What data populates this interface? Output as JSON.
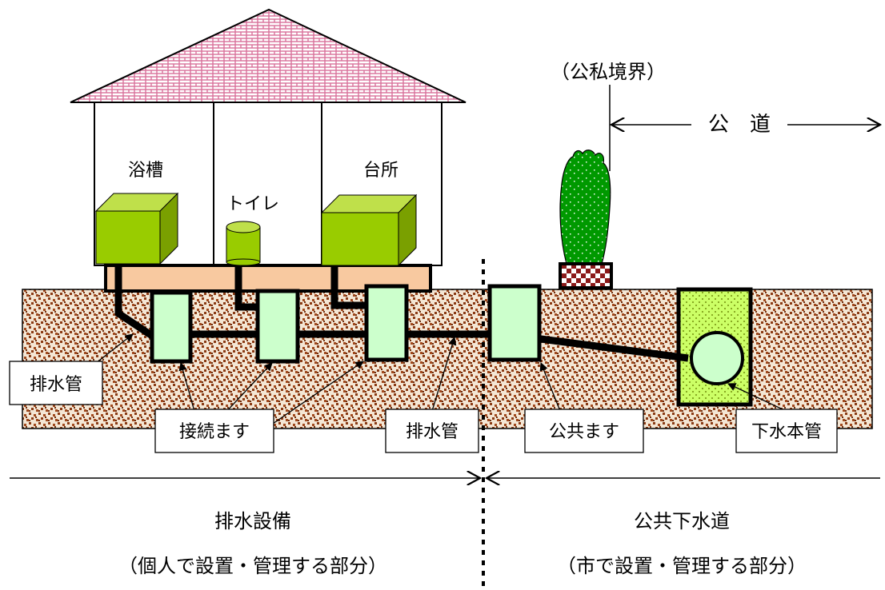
{
  "labels": {
    "boundary": "（公私境界）",
    "road": "公　道",
    "bath": "浴槽",
    "toilet": "トイレ",
    "kitchen": "台所",
    "drain_pipe_left": "排水管",
    "connection_box": "接続ます",
    "drain_pipe_center": "排水管",
    "public_box": "公共ます",
    "sewer_main": "下水本管",
    "private_title": "排水設備",
    "private_desc": "（個人で設置・管理する部分）",
    "public_title": "公共下水道",
    "public_desc": "（市で設置・管理する部分）"
  },
  "colors": {
    "roof": "#d8709a",
    "ground_base": "#f4e6d4",
    "ground_speckle": "#8a3a14",
    "foundation": "#f8c9a0",
    "fixture_green": "#99cc00",
    "box_fill": "#ccffcc",
    "sewer_fill": "#ccff66",
    "tree": "#009900",
    "pot_red": "#8b1a1a"
  }
}
